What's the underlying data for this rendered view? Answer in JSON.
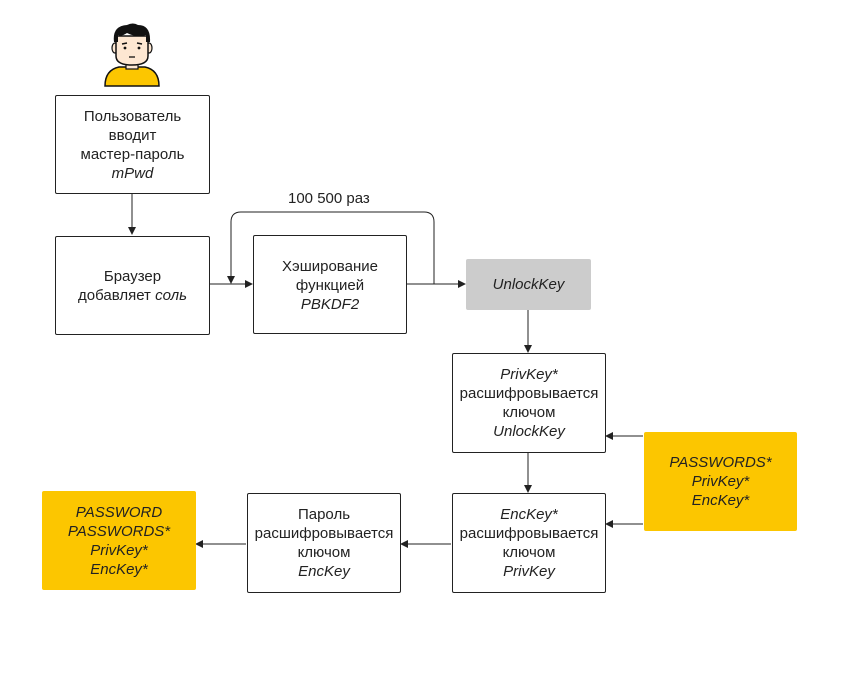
{
  "user_icon": "user-avatar-icon",
  "loop_label": "100 500 раз",
  "boxes": {
    "enter_password": {
      "l1": "Пользователь",
      "l2": "вводит",
      "l3": "мастер-пароль",
      "l4": "mPwd"
    },
    "browser_salt": {
      "l1": "Браузер",
      "l2a": "добавляет ",
      "l2b": "соль"
    },
    "hashing": {
      "l1": "Хэширование",
      "l2": "функцией",
      "l3": "PBKDF2"
    },
    "unlock_key": {
      "l1": "UnlockKey"
    },
    "privkey_decrypt": {
      "l1": "PrivKey*",
      "l2": "расшифровывается",
      "l3": "ключом",
      "l4": "UnlockKey"
    },
    "server_data": {
      "l1": "PASSWORDS*",
      "l2": "PrivKey*",
      "l3": "EncKey*"
    },
    "enckey_decrypt": {
      "l1": "EncKey*",
      "l2": "расшифровывается",
      "l3": "ключом",
      "l4": "PrivKey"
    },
    "password_decrypt": {
      "l1": "Пароль",
      "l2": "расшифровывается",
      "l3": "ключом",
      "l4": "EncKey"
    },
    "result": {
      "l1": "PASSWORD",
      "l2": "PASSWORDS*",
      "l3": "PrivKey*",
      "l4": "EncKey*"
    }
  },
  "colors": {
    "accent_yellow": "#fcc600",
    "gray": "#cccccc",
    "stroke": "#222222",
    "skin": "#fde7d2",
    "hair": "#111111"
  }
}
